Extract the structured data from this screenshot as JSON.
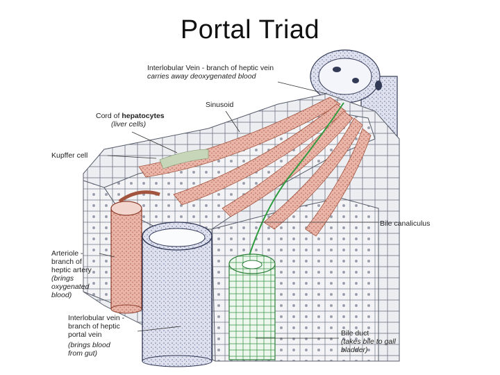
{
  "title": "Portal Triad",
  "labels": {
    "interlobular_vein": {
      "line1": "Interlobular Vein - branch of heptic vein",
      "line2": "carries away deoxygenated blood"
    },
    "sinusoid": "Sinusoid",
    "hepatocyte_cord": {
      "prefix": "Cord of ",
      "bold": "hepatocytes",
      "note": "(liver cells)"
    },
    "kupffer_cell": "Kupffer cell",
    "arteriole": {
      "line1": "Arteriole -",
      "line2": "branch of",
      "line3": "heptic artery",
      "note1": "(brings",
      "note2": "oxygenated",
      "note3": "blood)"
    },
    "portal_vein_branch": {
      "line1": "Interlobular vein -",
      "line2": "branch of heptic",
      "line3": "portal vein",
      "note1": "(brings blood",
      "note2": "from gut)"
    },
    "bile_canaliculus": "Bile canaliculus",
    "bile_duct": {
      "line1": "Bile duct",
      "note1": "(takes bile to gall",
      "note2": "bladder)"
    }
  }
}
